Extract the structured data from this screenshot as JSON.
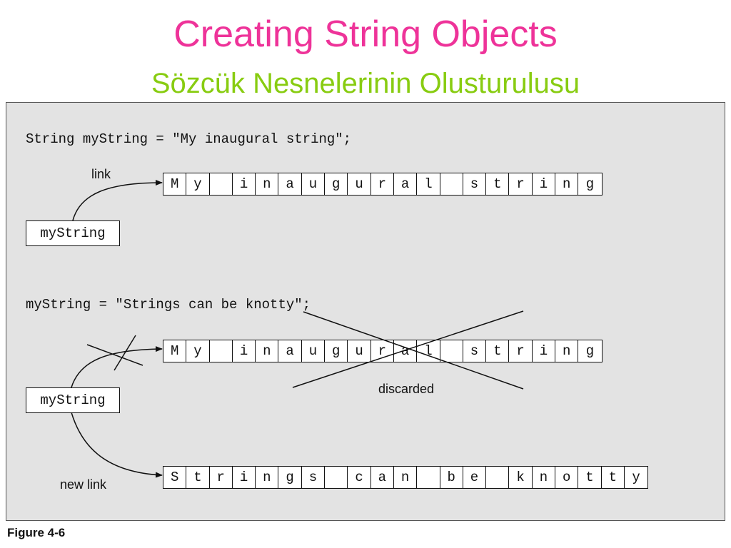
{
  "title": "Creating String Objects",
  "subtitle": "Sözcük Nesnelerinin Olusturulusu",
  "diagram": {
    "code1": "String myString = \"My inaugural string\";",
    "code2": "myString = \"Strings can be knotty\";",
    "var_name": "myString",
    "link_label": "link",
    "new_link_label": "new link",
    "discarded_label": "discarded",
    "string1_chars": [
      "M",
      "y",
      " ",
      "i",
      "n",
      "a",
      "u",
      "g",
      "u",
      "r",
      "a",
      "l",
      " ",
      "s",
      "t",
      "r",
      "i",
      "n",
      "g"
    ],
    "string2_chars": [
      "S",
      "t",
      "r",
      "i",
      "n",
      "g",
      "s",
      " ",
      "c",
      "a",
      "n",
      " ",
      "b",
      "e",
      " ",
      "k",
      "n",
      "o",
      "t",
      "t",
      "y"
    ]
  },
  "figure_caption": "Figure 4-6"
}
